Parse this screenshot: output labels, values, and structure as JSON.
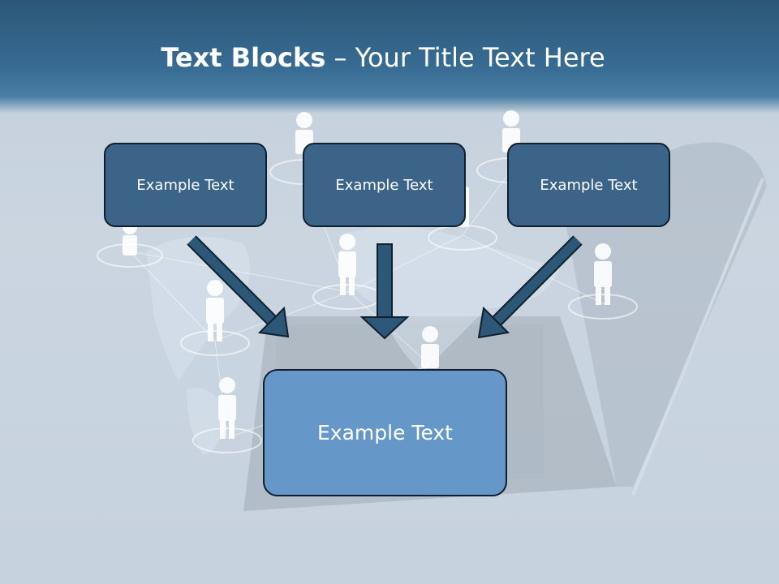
{
  "slide": {
    "title": {
      "bold": "Text Blocks",
      "separator": " – ",
      "rest": "Your Title Text Here"
    },
    "boxes": [
      {
        "label": "Example Text"
      },
      {
        "label": "Example Text"
      },
      {
        "label": "Example Text"
      }
    ],
    "target_box": {
      "label": "Example Text"
    },
    "colors": {
      "header": "#386c94",
      "box_fill": "#3b6488",
      "target_fill": "#6598c8",
      "arrow_fill": "#2c5777",
      "text": "#ffffff"
    }
  }
}
